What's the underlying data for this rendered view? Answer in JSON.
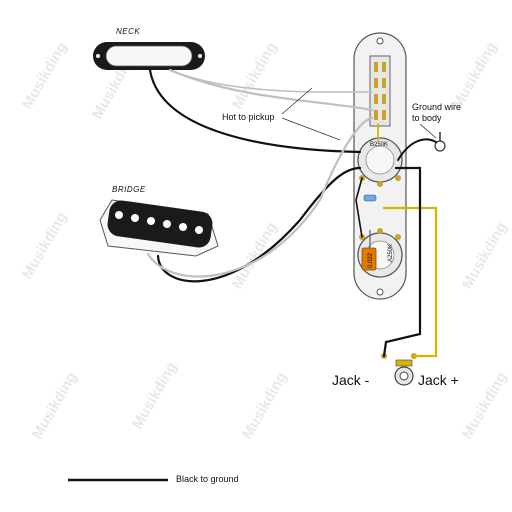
{
  "labels": {
    "neck": "NECK",
    "bridge": "BRIDGE",
    "hot_to_pickup": "Hot to pickup",
    "ground_wire_line1": "Ground wire",
    "ground_wire_line2": "to body",
    "jack_minus": "Jack -",
    "jack_plus": "Jack +",
    "legend_black": "Black to ground",
    "pot_volume": "B250K",
    "pot_tone": "A250K",
    "cap": "0.022"
  },
  "watermark": {
    "text": "Musikding"
  },
  "colors": {
    "wire_black": "#111111",
    "wire_white": "#bfbfbf",
    "wire_yellow": "#d9b300",
    "plate": "#f2f2f2",
    "pickup_body": "#1a1a1a",
    "solder": "#c9a227",
    "capacitor": "#e07a00"
  }
}
